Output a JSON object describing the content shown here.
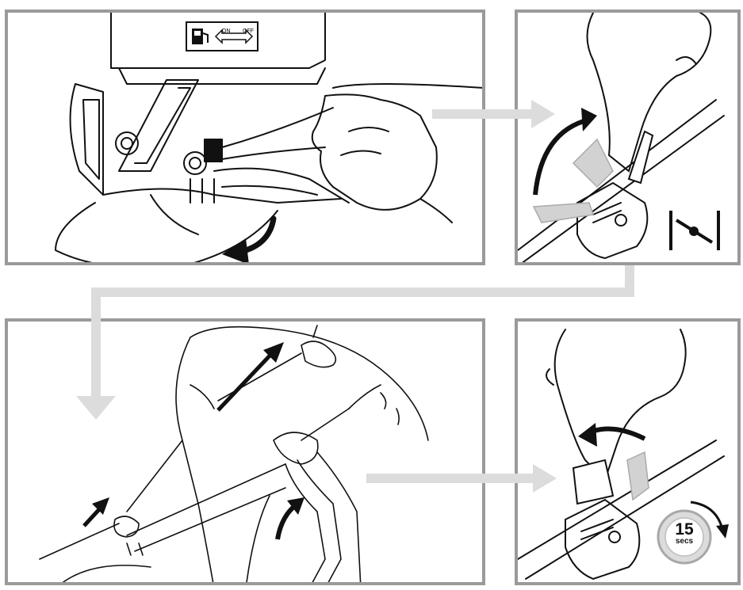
{
  "fuel_label": {
    "left": "ON",
    "right": "OFF"
  },
  "timer": {
    "value": "15",
    "unit": "secs"
  },
  "colors": {
    "border": "#9a9a9a",
    "flow_arrow": "#dcdcdc",
    "line": "#111111",
    "ghost": "#c8c8c8"
  },
  "icons": [
    "fuel-pump-icon",
    "choke-icon",
    "timer-icon",
    "rotate-arrow-icon",
    "flow-arrow-icon"
  ]
}
